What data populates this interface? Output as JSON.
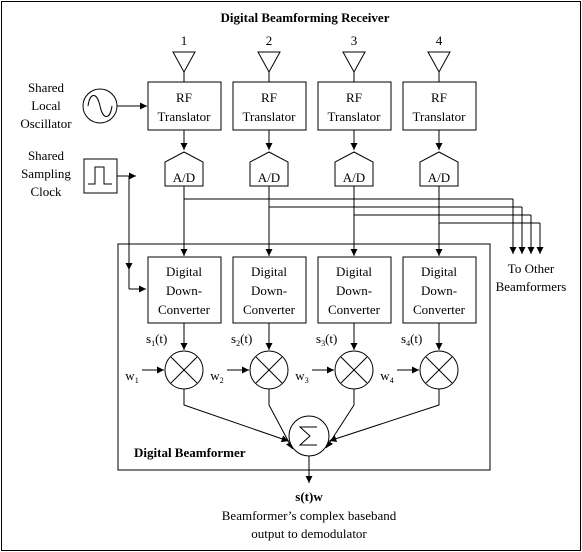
{
  "title": "Digital Beamforming Receiver",
  "channels": [
    {
      "number": "1",
      "rf": [
        "RF",
        "Translator"
      ],
      "adc": "A/D",
      "ddc": [
        "Digital",
        "Down-",
        "Converter"
      ],
      "signal": {
        "base": "s",
        "sub": "1",
        "tail": "(t)"
      },
      "weight": {
        "base": "w",
        "sub": "1"
      }
    },
    {
      "number": "2",
      "rf": [
        "RF",
        "Translator"
      ],
      "adc": "A/D",
      "ddc": [
        "Digital",
        "Down-",
        "Converter"
      ],
      "signal": {
        "base": "s",
        "sub": "2",
        "tail": "(t)"
      },
      "weight": {
        "base": "w",
        "sub": "2"
      }
    },
    {
      "number": "3",
      "rf": [
        "RF",
        "Translator"
      ],
      "adc": "A/D",
      "ddc": [
        "Digital",
        "Down-",
        "Converter"
      ],
      "signal": {
        "base": "s",
        "sub": "3",
        "tail": "(t)"
      },
      "weight": {
        "base": "w",
        "sub": "3"
      }
    },
    {
      "number": "4",
      "rf": [
        "RF",
        "Translator"
      ],
      "adc": "A/D",
      "ddc": [
        "Digital",
        "Down-",
        "Converter"
      ],
      "signal": {
        "base": "s",
        "sub": "4",
        "tail": "(t)"
      },
      "weight": {
        "base": "w",
        "sub": "4"
      }
    }
  ],
  "oscillator_label": [
    "Shared",
    "Local",
    "Oscillator"
  ],
  "clock_label": [
    "Shared",
    "Sampling",
    "Clock"
  ],
  "other_beamformers": [
    "To Other",
    "Beamformers"
  ],
  "beamformer_label": "Digital Beamformer",
  "output_label": "s(t)w",
  "output_desc": [
    "Beamformer’s complex baseband",
    "output  to demodulator"
  ],
  "icons": {
    "antenna": "antenna-icon",
    "oscillator": "sine-wave-icon",
    "clock": "square-wave-icon",
    "multiplier": "multiplier-icon",
    "summer": "sigma-summer-icon"
  }
}
